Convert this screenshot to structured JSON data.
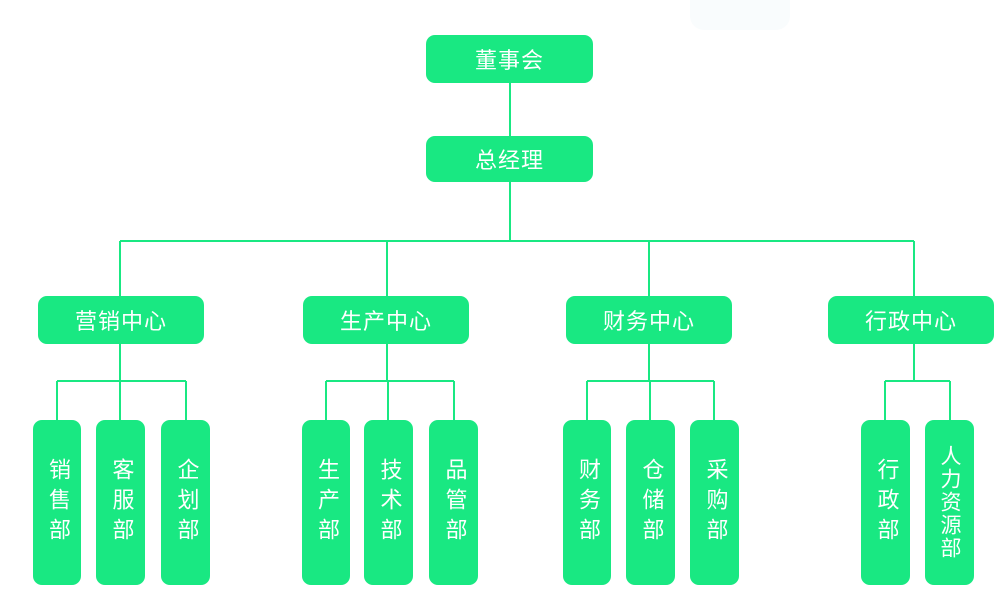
{
  "diagram": {
    "root": {
      "label": "董事会"
    },
    "manager": {
      "label": "总经理"
    },
    "centers": [
      {
        "label": "营销中心",
        "departments": [
          "销售部",
          "客服部",
          "企划部"
        ]
      },
      {
        "label": "生产中心",
        "departments": [
          "生产部",
          "技术部",
          "品管部"
        ]
      },
      {
        "label": "财务中心",
        "departments": [
          "财务部",
          "仓储部",
          "采购部"
        ]
      },
      {
        "label": "行政中心",
        "departments": [
          "行政部",
          "人力资源部"
        ]
      }
    ]
  },
  "colors": {
    "node_fill": "#19e882",
    "connector": "#19e882",
    "text": "#ffffff",
    "background": "#ffffff"
  }
}
